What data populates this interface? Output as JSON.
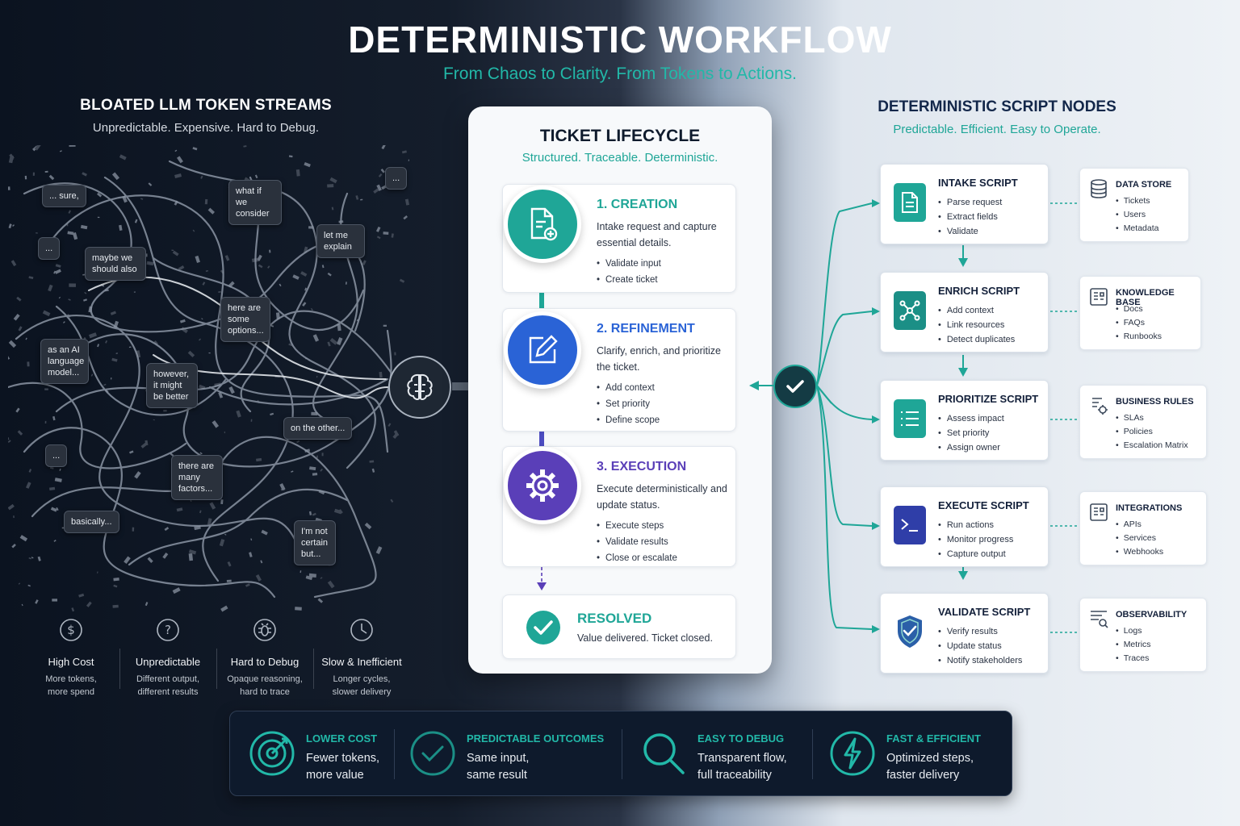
{
  "title": "DETERMINISTIC WORKFLOW",
  "subtitle": "From Chaos to Clarity. From Tokens to Actions.",
  "left": {
    "heading": "BLOATED LLM TOKEN STREAMS",
    "subheading": "Unpredictable. Expensive. Hard to Debug.",
    "bubbles": [
      "... sure,",
      "what if we consider",
      "...",
      "let me explain",
      "...",
      "maybe we should also",
      "here are some options...",
      "as an AI language model...",
      "however, it might be better",
      "on the other...",
      "...",
      "there are many factors...",
      "basically...",
      "I'm not certain but..."
    ],
    "costs": [
      {
        "title": "High Cost",
        "desc1": "More tokens,",
        "desc2": "more spend",
        "icon": "dollar-icon"
      },
      {
        "title": "Unpredictable",
        "desc1": "Different output,",
        "desc2": "different results",
        "icon": "question-icon"
      },
      {
        "title": "Hard to Debug",
        "desc1": "Opaque reasoning,",
        "desc2": "hard to trace",
        "icon": "bug-icon"
      },
      {
        "title": "Slow & Inefficient",
        "desc1": "Longer cycles,",
        "desc2": "slower delivery",
        "icon": "clock-icon"
      }
    ]
  },
  "lifecycle": {
    "title": "TICKET LIFECYCLE",
    "subtitle": "Structured. Traceable. Deterministic.",
    "stages": [
      {
        "title": "1. CREATION",
        "desc": "Intake request and capture essential details.",
        "items": [
          "Validate input",
          "Create ticket"
        ],
        "color": "#1fa697"
      },
      {
        "title": "2. REFINEMENT",
        "desc": "Clarify, enrich, and prioritize the ticket.",
        "items": [
          "Add context",
          "Set priority",
          "Define scope"
        ],
        "color": "#2a63d6"
      },
      {
        "title": "3. EXECUTION",
        "desc": "Execute deterministically and update status.",
        "items": [
          "Execute steps",
          "Validate results",
          "Close or escalate"
        ],
        "color": "#5a3fb8"
      }
    ],
    "resolved": {
      "title": "RESOLVED",
      "desc": "Value delivered. Ticket closed."
    }
  },
  "right": {
    "heading": "DETERMINISTIC SCRIPT NODES",
    "subheading": "Predictable. Efficient. Easy to Operate.",
    "nodes": [
      {
        "title": "INTAKE SCRIPT",
        "items": [
          "Parse request",
          "Extract fields",
          "Validate"
        ],
        "icon": "document-icon"
      },
      {
        "title": "ENRICH SCRIPT",
        "items": [
          "Add context",
          "Link resources",
          "Detect duplicates"
        ],
        "icon": "network-icon"
      },
      {
        "title": "PRIORITIZE SCRIPT",
        "items": [
          "Assess impact",
          "Set priority",
          "Assign owner"
        ],
        "icon": "list-icon"
      },
      {
        "title": "EXECUTE SCRIPT",
        "items": [
          "Run actions",
          "Monitor progress",
          "Capture output"
        ],
        "icon": "terminal-icon"
      },
      {
        "title": "VALIDATE SCRIPT",
        "items": [
          "Verify results",
          "Update status",
          "Notify stakeholders"
        ],
        "icon": "shield-check-icon"
      }
    ],
    "stores": [
      {
        "title": "DATA STORE",
        "items": [
          "Tickets",
          "Users",
          "Metadata"
        ],
        "icon": "database-icon"
      },
      {
        "title": "KNOWLEDGE BASE",
        "items": [
          "Docs",
          "FAQs",
          "Runbooks"
        ],
        "icon": "book-icon"
      },
      {
        "title": "BUSINESS RULES",
        "items": [
          "SLAs",
          "Policies",
          "Escalation Matrix"
        ],
        "icon": "rules-icon"
      },
      {
        "title": "INTEGRATIONS",
        "items": [
          "APIs",
          "Services",
          "Webhooks"
        ],
        "icon": "integrations-icon"
      },
      {
        "title": "OBSERVABILITY",
        "items": [
          "Logs",
          "Metrics",
          "Traces"
        ],
        "icon": "monitor-icon"
      }
    ]
  },
  "benefits": [
    {
      "title": "LOWER COST",
      "line1": "Fewer tokens,",
      "line2": "more value",
      "icon": "target-icon"
    },
    {
      "title": "PREDICTABLE OUTCOMES",
      "line1": "Same input,",
      "line2": "same result",
      "icon": "check-circle-icon"
    },
    {
      "title": "EASY TO DEBUG",
      "line1": "Transparent flow,",
      "line2": "full traceability",
      "icon": "magnifier-icon"
    },
    {
      "title": "FAST & EFFICIENT",
      "line1": "Optimized steps,",
      "line2": "faster delivery",
      "icon": "lightning-icon"
    }
  ],
  "colors": {
    "teal": "#1fa697",
    "blue": "#2a63d6",
    "purple": "#5a3fb8",
    "navy": "#0e1a2c"
  }
}
